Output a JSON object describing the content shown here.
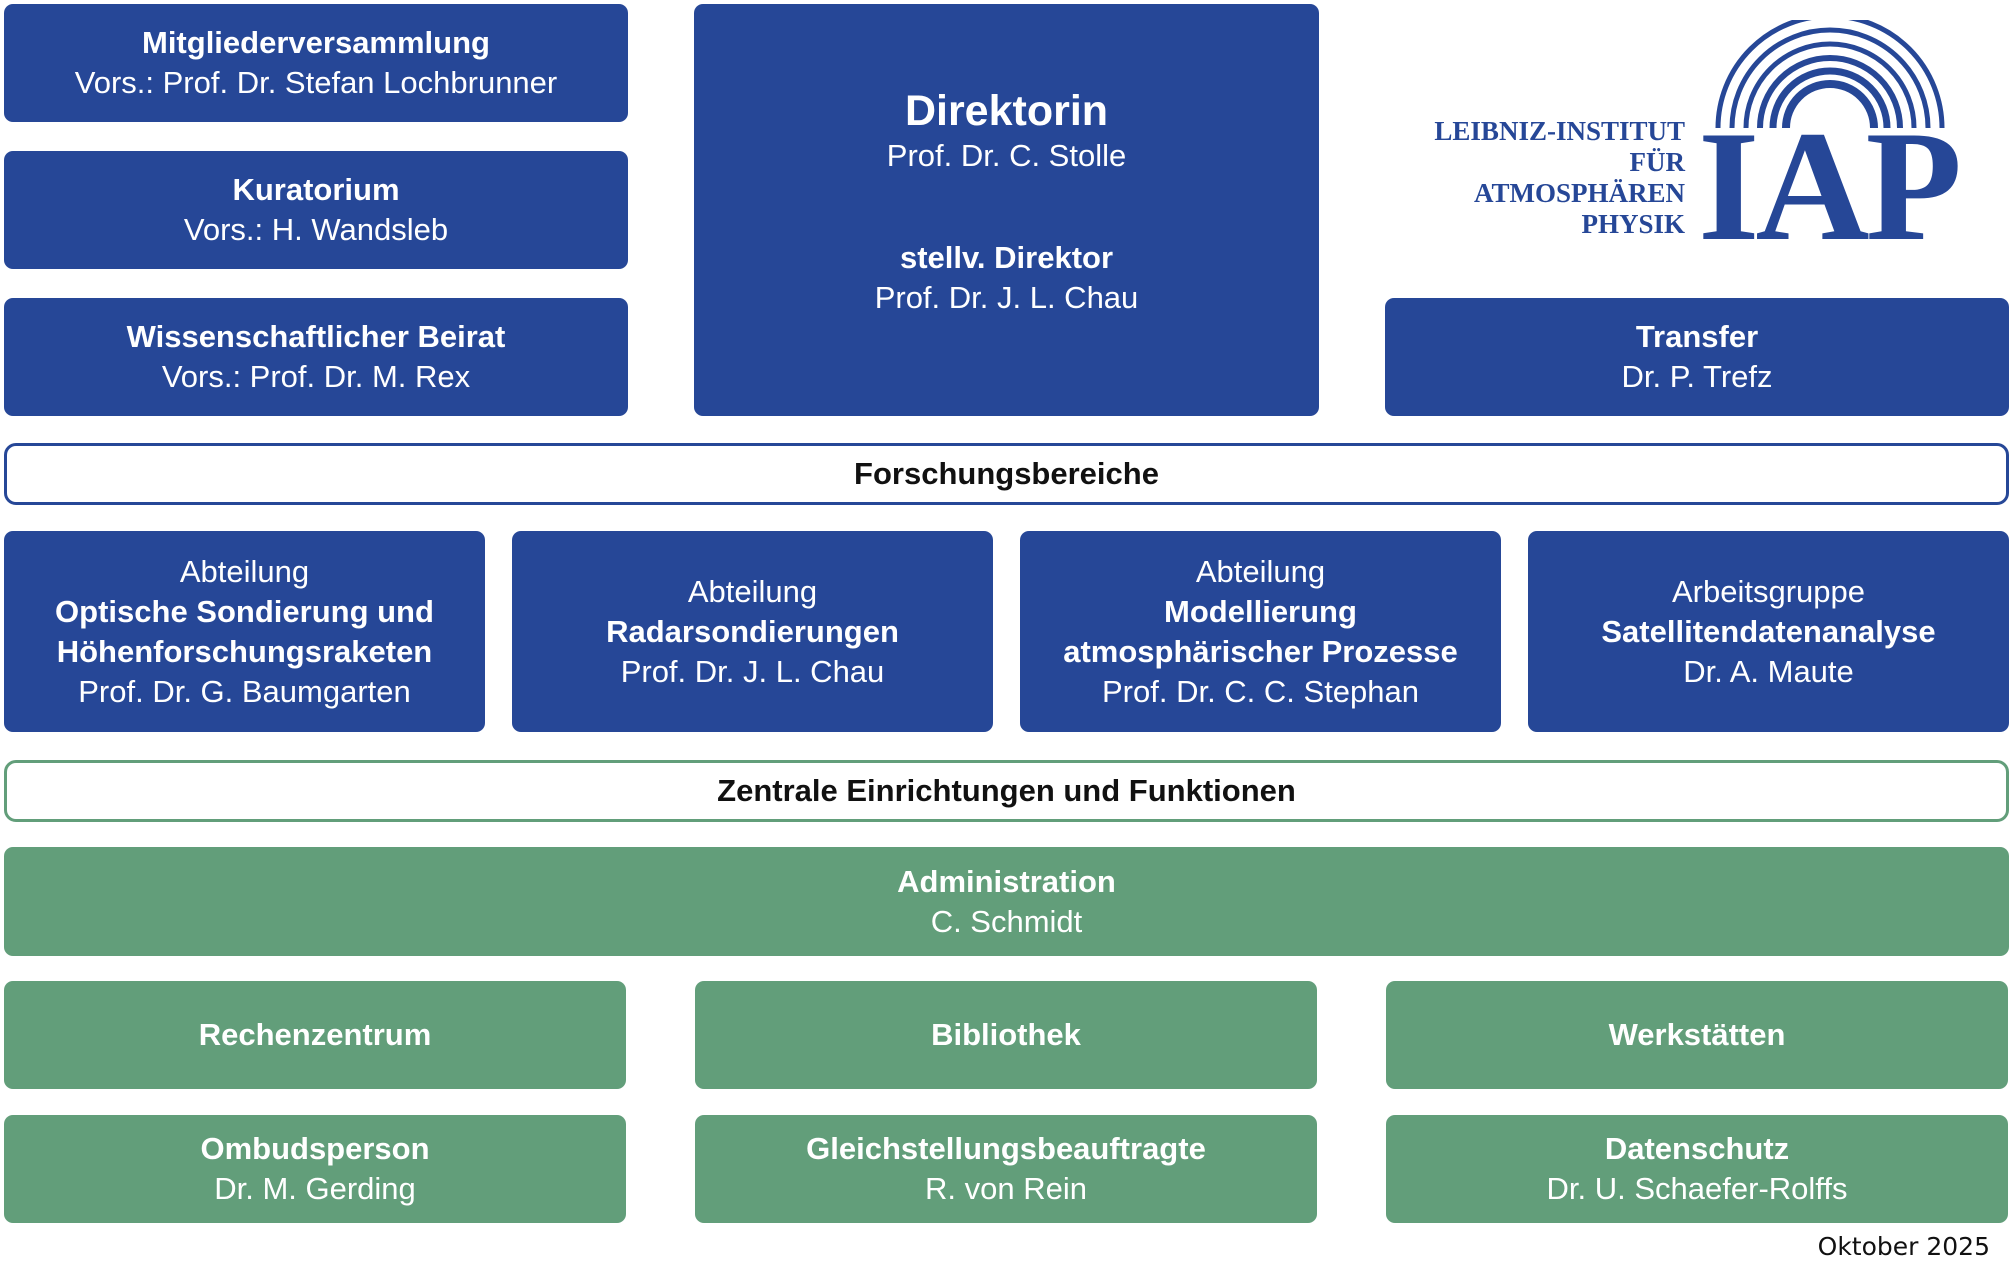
{
  "boards": [
    {
      "title": "Mitgliederversammlung",
      "subtitle": "Vors.: Prof. Dr. Stefan Lochbrunner"
    },
    {
      "title": "Kuratorium",
      "subtitle": "Vors.: H. Wandsleb"
    },
    {
      "title": "Wissenschaftlicher Beirat",
      "subtitle": "Vors.: Prof. Dr. M. Rex"
    }
  ],
  "director": {
    "title": "Direktorin",
    "name": "Prof. Dr. C. Stolle",
    "deputy_title": "stellv. Direktor",
    "deputy_name": "Prof. Dr. J. L. Chau"
  },
  "logo": {
    "line1": "LEIBNIZ-INSTITUT",
    "line2": "FÜR",
    "line3": "ATMOSPHÄREN",
    "line4": "PHYSIK",
    "letters": "IAP"
  },
  "transfer": {
    "title": "Transfer",
    "name": "Dr. P. Trefz"
  },
  "research_header": "Forschungsbereiche",
  "departments": [
    {
      "type": "Abteilung",
      "name_line1": "Optische Sondierung und",
      "name_line2": "Höhenforschungsraketen",
      "head": "Prof. Dr. G. Baumgarten"
    },
    {
      "type": "Abteilung",
      "name_line1": "Radarsondierungen",
      "head": "Prof. Dr. J. L. Chau"
    },
    {
      "type": "Abteilung",
      "name_line1": "Modellierung",
      "name_line2": "atmosphärischer Prozesse",
      "head": "Prof. Dr. C. C. Stephan"
    },
    {
      "type": "Arbeitsgruppe",
      "name_line1": "Satellitendatenanalyse",
      "head": "Dr. A. Maute"
    }
  ],
  "central_header": "Zentrale Einrichtungen und Funktionen",
  "administration": {
    "title": "Administration",
    "name": "C. Schmidt"
  },
  "facilities": [
    {
      "title": "Rechenzentrum"
    },
    {
      "title": "Bibliothek"
    },
    {
      "title": "Werkstätten"
    }
  ],
  "functions": [
    {
      "title": "Ombudsperson",
      "name": "Dr. M. Gerding"
    },
    {
      "title": "Gleichstellungsbeauftragte",
      "name": "R. von Rein"
    },
    {
      "title": "Datenschutz",
      "name": "Dr. U. Schaefer-Rolffs"
    }
  ],
  "footer": "Oktober 2025",
  "colors": {
    "blue": "#264797",
    "green": "#629e7a"
  }
}
